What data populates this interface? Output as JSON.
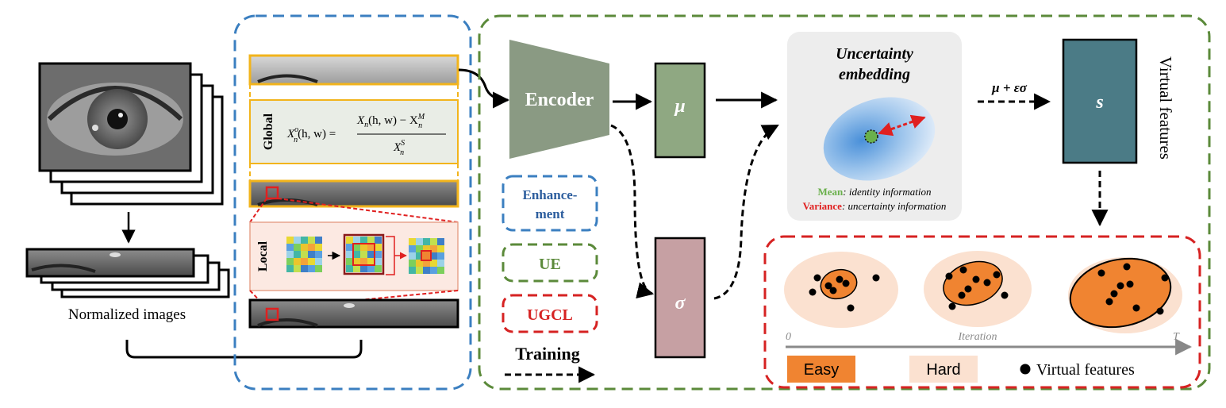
{
  "left": {
    "normalized_caption": "Normalized images"
  },
  "enhancement": {
    "global_label": "Global",
    "formula": {
      "lhs_var": "X",
      "lhs_sup": "o",
      "lhs_sub": "n",
      "lhs_args": "(h, w) =",
      "numerator_a": "X",
      "numerator_a_sub": "n",
      "numerator_args": "(h, w) − X",
      "numerator_b_sup": "M",
      "numerator_b_sub": "n",
      "den_var": "X",
      "den_sup": "S",
      "den_sub": "n"
    },
    "local_label": "Local"
  },
  "network": {
    "encoder_label": "Encoder",
    "mu_label": "μ",
    "sigma_label": "σ",
    "s_label": "s",
    "reparam_label": "μ + εσ",
    "virtual_features_label": "Virtual features"
  },
  "legend": {
    "enhancement_line1": "Enhance-",
    "enhancement_line2": "ment",
    "ue": "UE",
    "ugcl": "UGCL",
    "training": "Training"
  },
  "uncertainty": {
    "title_line1": "Uncertainty",
    "title_line2": "embedding",
    "mean_key": "Mean",
    "mean_text": ": identity information",
    "variance_key": "Variance",
    "variance_text": ": uncertainty information"
  },
  "ugcl": {
    "axis_start": "0",
    "axis_mid": "Iteration",
    "axis_end": "T",
    "easy_label": "Easy",
    "hard_label": "Hard",
    "virtual_features_legend": "Virtual features"
  },
  "colors": {
    "blue_dash": "#3b7fc0",
    "green_dash": "#5b8a3a",
    "red_dash": "#d62222",
    "encoder_fill": "#8a9a83",
    "mu_fill": "#8fa882",
    "sigma_fill": "#c6a0a3",
    "s_fill": "#4b7b86",
    "easy_fill": "#f08431",
    "hard_fill": "#fbe1d0",
    "gold": "#f2b41c"
  }
}
